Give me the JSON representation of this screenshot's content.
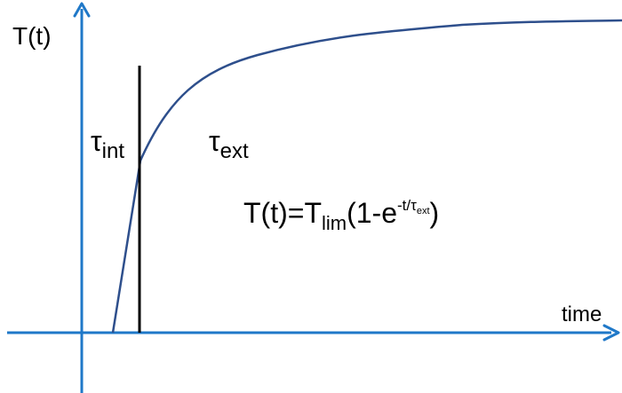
{
  "labels": {
    "y_axis": "T(t)",
    "x_axis": "time",
    "tau_symbol": "τ",
    "tau_int_sub": "int",
    "tau_ext_sub": "ext"
  },
  "formula": {
    "lhs": "T(t)=T",
    "lim_sub": "lim",
    "body": "(1-e",
    "exp_prefix": "-t/",
    "exp_tau": "τ",
    "exp_tau_sub": "ext",
    "close": ")"
  },
  "colors": {
    "axis": "#1f78c8",
    "curve": "#2e4f8c",
    "marker": "#000000",
    "text": "#000000"
  }
}
